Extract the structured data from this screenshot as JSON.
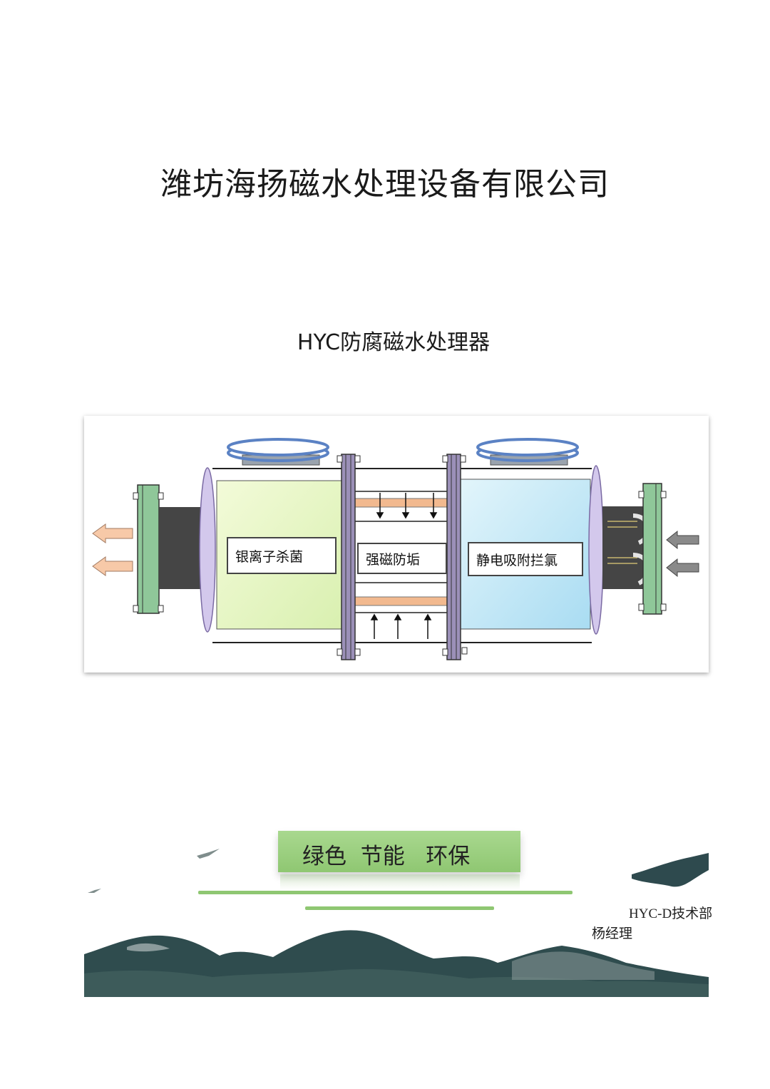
{
  "header": {
    "company_name": "潍坊海扬磁水处理设备有限公司",
    "product_name": "HYC防腐磁水处理器"
  },
  "diagram": {
    "zone_labels": {
      "silver_ion": "银离子杀菌",
      "strong_magnet": "强磁防垢",
      "electrostatic": "静电吸附拦氯"
    },
    "colors": {
      "left_chamber": "#e8f7c6",
      "right_chamber": "#c8ecf8",
      "flange_green": "#8fc799",
      "flange_purple": "#9b90b8",
      "outflow_arrow": "#f7c9a8",
      "inflow_arrow": "#8a8a8a",
      "ring_blue": "#5b82c4",
      "strip_orange": "#f2b98f"
    }
  },
  "footer": {
    "slogan": "绿色  节能   环保",
    "department": "HYC-D技术部",
    "manager": "杨经理"
  }
}
